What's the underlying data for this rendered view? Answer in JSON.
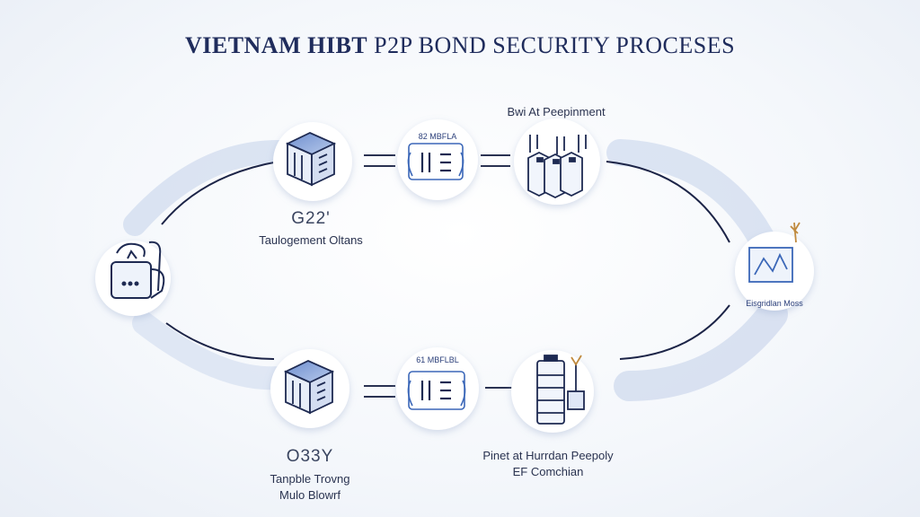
{
  "diagram": {
    "title_part1": "VIETNAM HIBT",
    "title_part2": "P2P BOND SECURITY PROCESES",
    "colors": {
      "ink": "#1d2a55",
      "accent": "#3b67b8",
      "light": "#dbe5f5",
      "flow": "#c9d6ea"
    },
    "top_row": {
      "node_header_label": "Bwi At Peepinment",
      "token_tag": "82 MBFLA",
      "left_code": "G22'",
      "left_caption": "Taulogement Oltans"
    },
    "bottom_row": {
      "token_tag": "61 MBFLBL",
      "left_code": "O33Y",
      "left_caption_line1": "Tanpble Trovng",
      "left_caption_line2": "Mulo Blowrf",
      "right_caption_line1": "Pinet at Hurrdan Peepoly",
      "right_caption_line2": "EF Comchian"
    },
    "right_node_label": "Eisgridlan Moss",
    "left_node_icon": "wallet-bag-icon"
  }
}
